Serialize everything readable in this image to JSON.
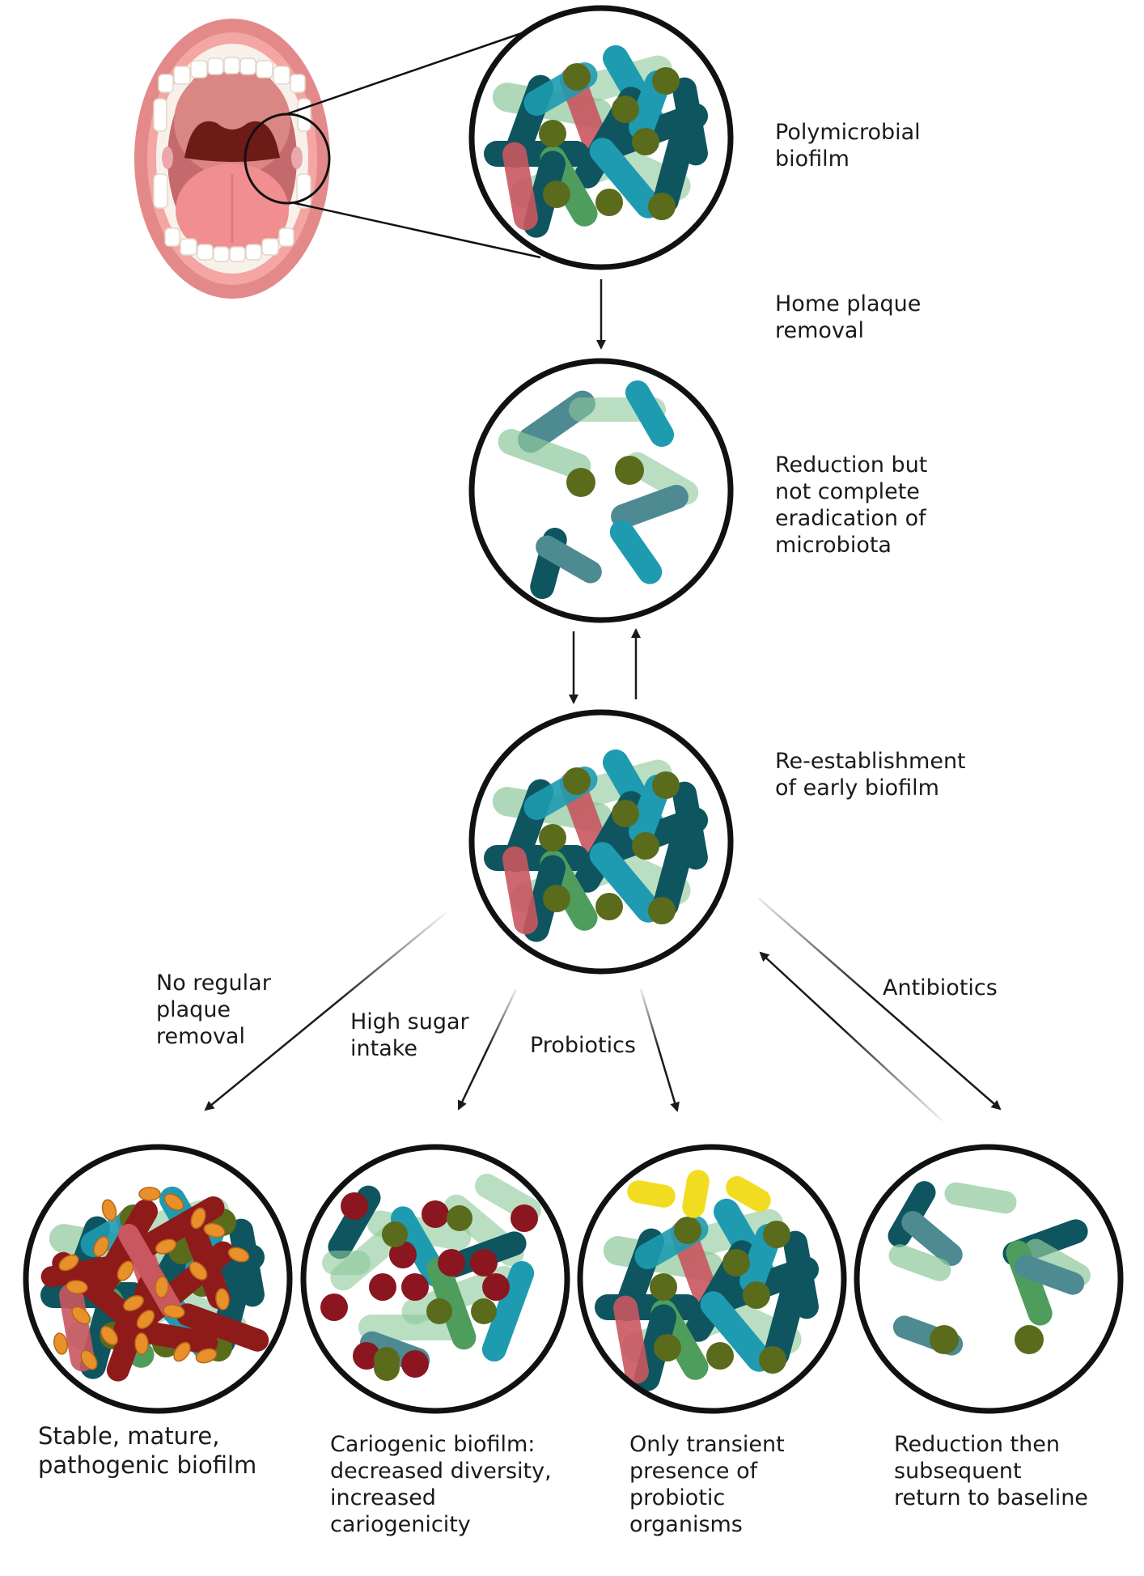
{
  "labels": {
    "polymicrobial": "Polymicrobial\nbiofilm",
    "home_removal": "Home plaque\nremoval",
    "reduction": "Reduction but\nnot complete\neradication of\nmicrobiota",
    "reestablishment": "Re-establishment\nof early biofilm",
    "no_regular": "No regular\nplaque\nremoval",
    "high_sugar": "High sugar\nintake",
    "probiotics": "Probiotics",
    "antibiotics": "Antibiotics",
    "stable": "Stable, mature,\npathogenic biofilm",
    "cariogenic": "Cariogenic biofilm:\ndecreased diversity,\nincreased\ncariogenicity",
    "transient": "Only transient\npresence of\nprobiotic\norganisms",
    "return_baseline": "Reduction then\nsubsequent\nreturn to baseline"
  },
  "colors": {
    "dark_teal": "#0e5560",
    "teal": "#1e9bb0",
    "light_green": "#8cc89a",
    "green": "#4e9d5c",
    "red": "#c9575f",
    "olive": "#5a6b1c",
    "slate": "#4d8a92",
    "dark_red": "#8f1a1a",
    "berry": "#8b1620",
    "orange": "#e8902a",
    "yellow": "#f2dc1f",
    "outline": "#111111"
  }
}
